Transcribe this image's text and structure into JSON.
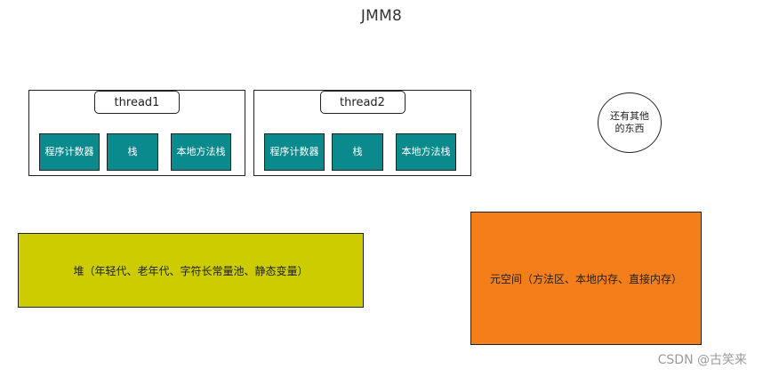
{
  "title": "JMM8",
  "threads": [
    {
      "label": "thread1",
      "cells": [
        "程序计数器",
        "栈",
        "本地方法栈"
      ]
    },
    {
      "label": "thread2",
      "cells": [
        "程序计数器",
        "栈",
        "本地方法栈"
      ]
    }
  ],
  "other": "还有其他的东西",
  "heap": "堆（年轻代、老年代、字符长常量池、静态变量）",
  "metaspace": "元空间（方法区、本地内存、直接内存）",
  "watermark": "CSDN @古笑来",
  "colors": {
    "cell": "#0b8a8d",
    "heap": "#cccc00",
    "metaspace": "#f47e1a"
  }
}
